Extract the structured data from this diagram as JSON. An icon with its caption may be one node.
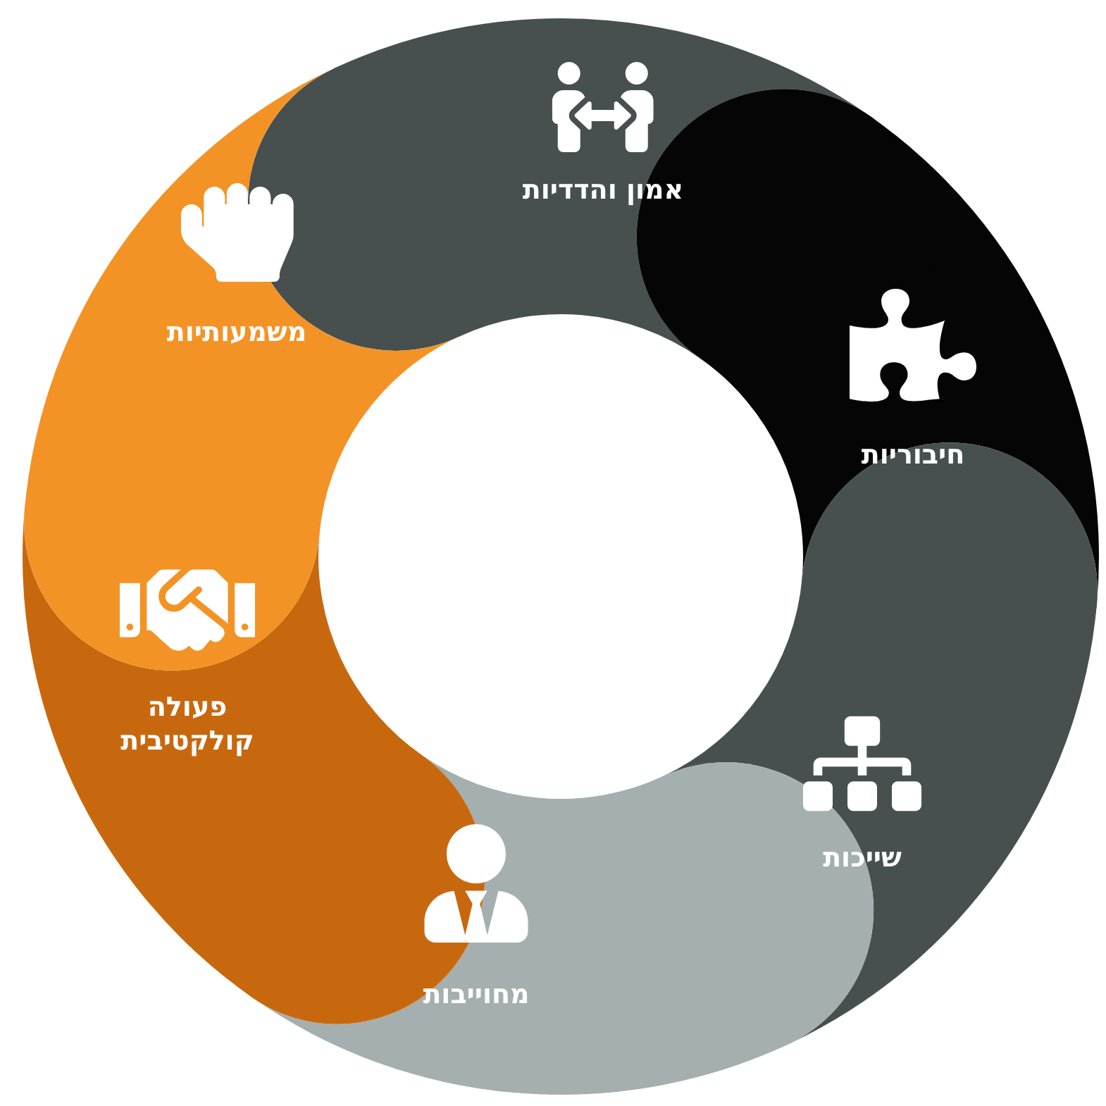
{
  "diagram": {
    "nodes": [
      {
        "text": [
          "אמון והדדיות"
        ]
      },
      {
        "text": [
          "חיבוריות"
        ]
      },
      {
        "text": [
          "שייכות"
        ]
      },
      {
        "text": [
          "מחוייבות"
        ]
      },
      {
        "text": [
          "פעולה קולקטיבית"
        ]
      },
      {
        "text": [
          "משמעותיות"
        ]
      }
    ]
  }
}
